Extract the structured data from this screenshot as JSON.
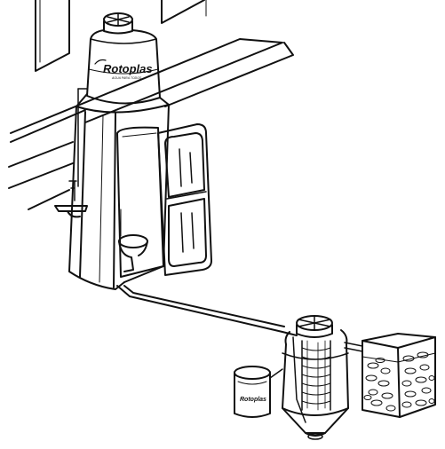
{
  "brand": {
    "main_label": "Rotoplas",
    "tagline": "AGUA PARA TODOS",
    "tank_label": "Rotoplas"
  },
  "colors": {
    "ink": "#111111",
    "paper": "#ffffff",
    "shade": "#d9d9d9"
  }
}
